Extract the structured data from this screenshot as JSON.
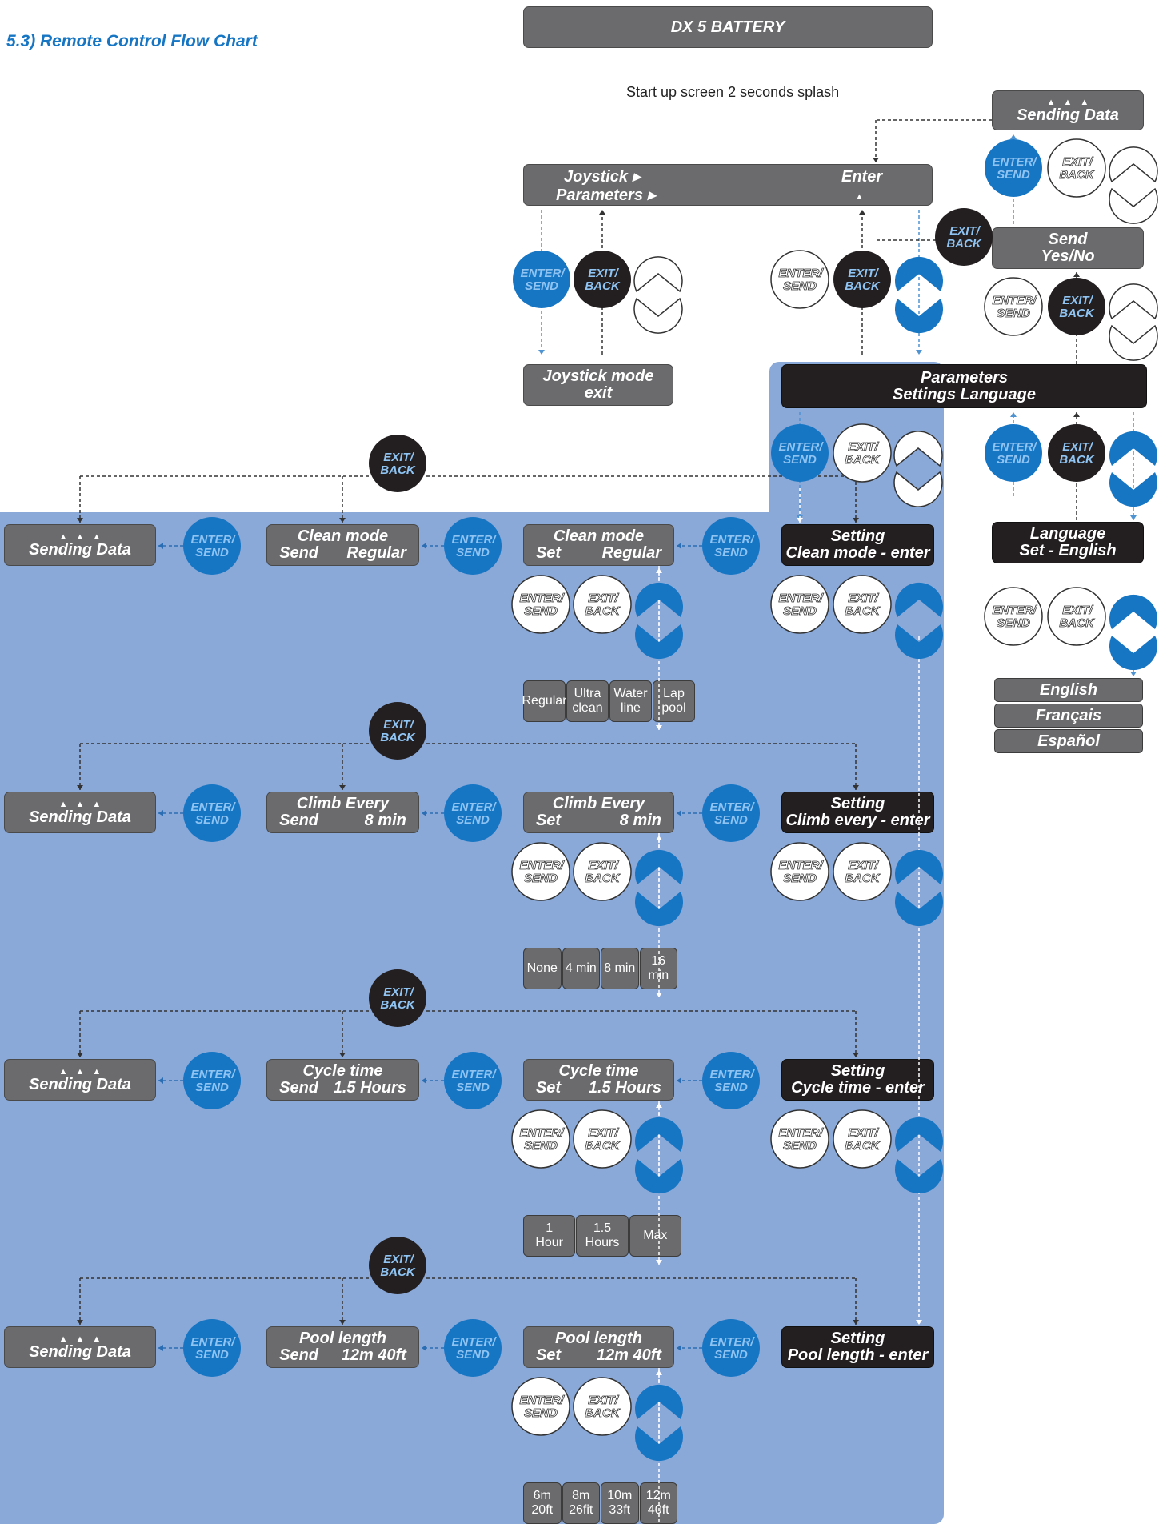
{
  "title": "5.3) Remote Control Flow Chart",
  "subtitle": "Start up screen 2 seconds splash",
  "colors": {
    "blue": "#1776c4",
    "panel": "#8aa9d8",
    "gray": "#6b6b6d",
    "black": "#231f20"
  },
  "buttons": {
    "enter": [
      "ENTER/",
      "SEND"
    ],
    "exit": [
      "EXIT/",
      "BACK"
    ]
  },
  "screens": {
    "header": "DX 5 BATTERY",
    "main_joystick": "Joystick",
    "main_parameters": "Parameters",
    "main_enter": "Enter",
    "top_sending": "Sending Data",
    "send_yes_no_1": "Send",
    "send_yes_no_2": "Yes/No",
    "joystick_exit_1": "Joystick mode",
    "joystick_exit_2": "exit",
    "params_1": "Parameters",
    "params_2": "Settings Language",
    "language_1": "Language",
    "language_2": "Set - English",
    "languages": [
      "English",
      "Français",
      "Español"
    ],
    "sending": "Sending Data",
    "send_label": "Send",
    "set_label": "Set",
    "setting_label": "Setting"
  },
  "rows": [
    {
      "name": "Clean mode",
      "value": "Regular",
      "setting": "Clean mode - enter",
      "options": [
        "Regular",
        "Ultra\nclean",
        "Water\nline",
        "Lap\npool"
      ]
    },
    {
      "name": "Climb Every",
      "value": "8 min",
      "setting": "Climb every - enter",
      "options": [
        "None",
        "4 min",
        "8 min",
        "16 min"
      ]
    },
    {
      "name": "Cycle time",
      "value": "1.5 Hours",
      "setting": "Cycle time - enter",
      "options": [
        "1\nHour",
        "1.5\nHours",
        "Max"
      ]
    },
    {
      "name": "Pool length",
      "value": "12m 40ft",
      "setting": "Pool length - enter",
      "options": [
        "6m\n20ft",
        "8m\n26fit",
        "10m\n33ft",
        "12m\n40ft"
      ]
    }
  ]
}
